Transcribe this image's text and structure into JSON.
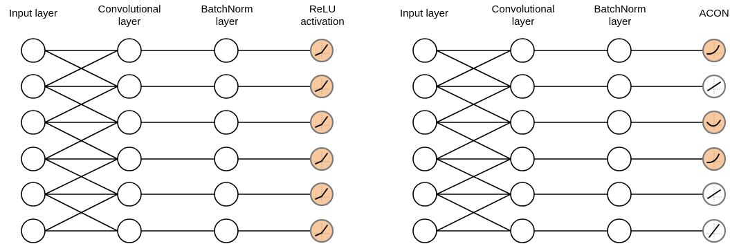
{
  "panels": [
    {
      "headers": [
        "Input layer",
        "Convolutional\nlayer",
        "BatchNorm\nlayer",
        "ReLU\nactivation"
      ],
      "activation_icons": [
        "relu",
        "relu",
        "relu",
        "relu",
        "relu",
        "relu"
      ],
      "activation_fills": [
        true,
        true,
        true,
        true,
        true,
        true
      ]
    },
    {
      "headers": [
        "Input layer",
        "Convolutional\nlayer",
        "BatchNorm\nlayer",
        "ACON"
      ],
      "activation_icons": [
        "acon-smooth",
        "acon-linear",
        "acon-curve",
        "acon-smooth",
        "acon-linear",
        "acon-linear-steep"
      ],
      "activation_fills": [
        true,
        false,
        true,
        true,
        false,
        false
      ]
    }
  ],
  "colors": {
    "activation_fill": "#F8C99E",
    "activation_stroke": "#7a7a7a",
    "node_stroke": "#000000",
    "edge": "#000000"
  },
  "icons": {
    "input_node": "circle-icon",
    "conv_node": "circle-icon",
    "bn_node": "circle-icon",
    "activation_node": "activation-curve-icon"
  }
}
